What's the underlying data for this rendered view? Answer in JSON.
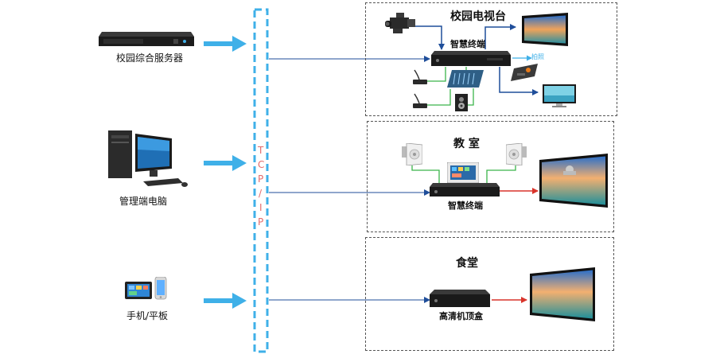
{
  "left_devices": [
    {
      "label": "校园综合服务器",
      "icon": "server-icon"
    },
    {
      "label": "管理端电脑",
      "icon": "desktop-computer-icon"
    },
    {
      "label": "手机/平板",
      "icon": "tablet-phone-icon"
    }
  ],
  "bus": {
    "label_letters": [
      "T",
      "C",
      "P",
      "/",
      "I",
      "P"
    ]
  },
  "panels": {
    "campus_tv": {
      "title": "校园电视台",
      "terminal_label": "智慧终端",
      "small_label": "拍照"
    },
    "classroom": {
      "title": "教 室",
      "terminal_label": "智慧终端"
    },
    "canteen": {
      "title": "食堂",
      "stb_label": "高清机顶盒"
    }
  },
  "colors": {
    "bus": "#3fb0e8",
    "arrow_blue": "#1f4e9a",
    "arrow_red": "#d9342b",
    "link_green": "#3bb54a",
    "bus_text": "#e36b6b"
  }
}
